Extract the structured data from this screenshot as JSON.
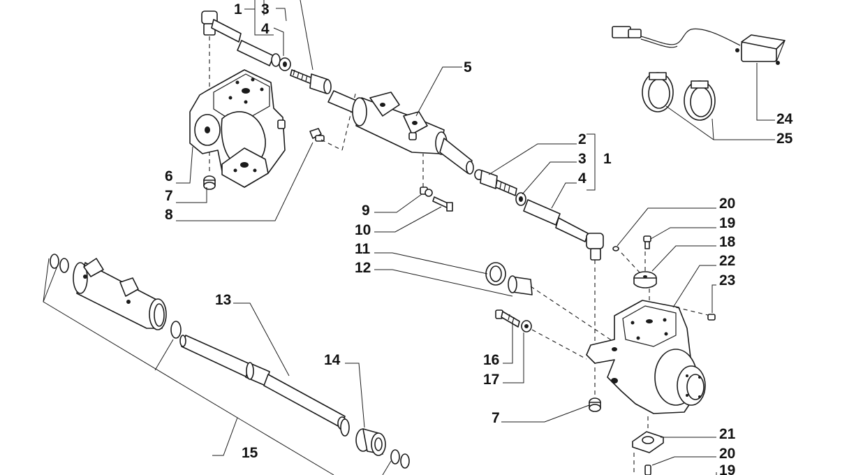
{
  "diagram": {
    "part_numbers": {
      "p1a": "1",
      "p3a": "3",
      "p4a": "4",
      "p5": "5",
      "p6": "6",
      "p7a": "7",
      "p8": "8",
      "p2b": "2",
      "p3b": "3",
      "p1b": "1",
      "p4b": "4",
      "p9": "9",
      "p10": "10",
      "p11": "11",
      "p12": "12",
      "p20a": "20",
      "p19a": "19",
      "p18": "18",
      "p22": "22",
      "p23": "23",
      "p24": "24",
      "p25": "25",
      "p13": "13",
      "p14": "14",
      "p15": "15",
      "p16": "16",
      "p17": "17",
      "p7b": "7",
      "p21": "21",
      "p20b": "20",
      "p19b": "19"
    }
  }
}
